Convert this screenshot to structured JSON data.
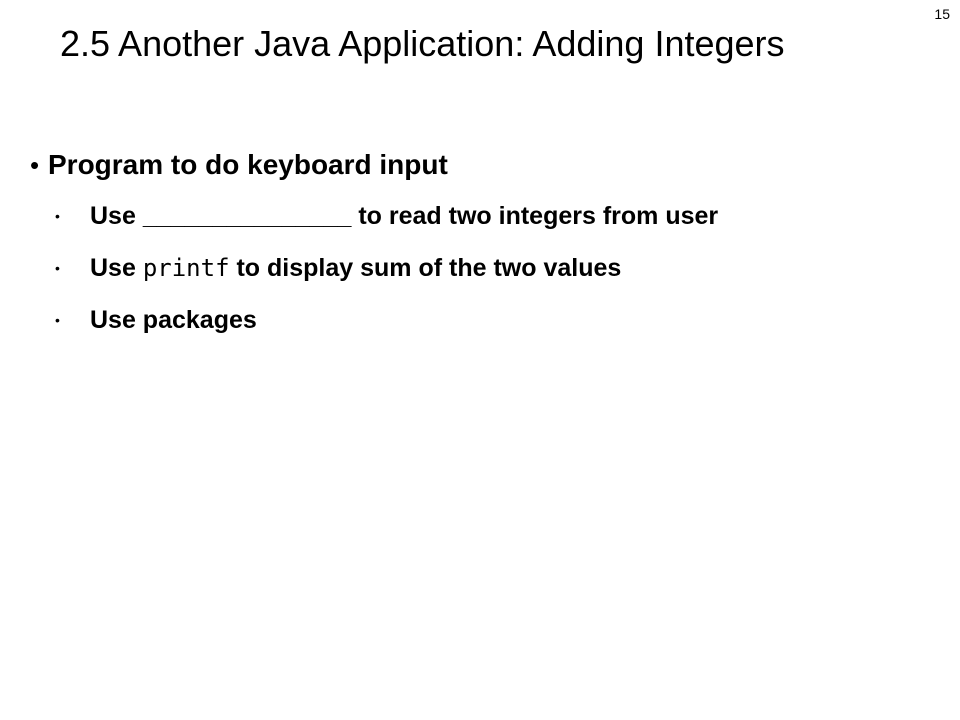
{
  "slide": {
    "page_number": "15",
    "title": "2.5 Another Java Application: Adding Integers",
    "bullet": {
      "text": "Program to do keyboard input",
      "dot": "•"
    },
    "sub_bullets": [
      {
        "dot": "•",
        "prefix": "Use",
        "blank": "_______________",
        "suffix": "to read two integers from user"
      },
      {
        "dot": "•",
        "prefix": "Use",
        "code": "printf",
        "suffix": "to display sum of the two values"
      },
      {
        "dot": "•",
        "text": "Use packages"
      }
    ]
  }
}
